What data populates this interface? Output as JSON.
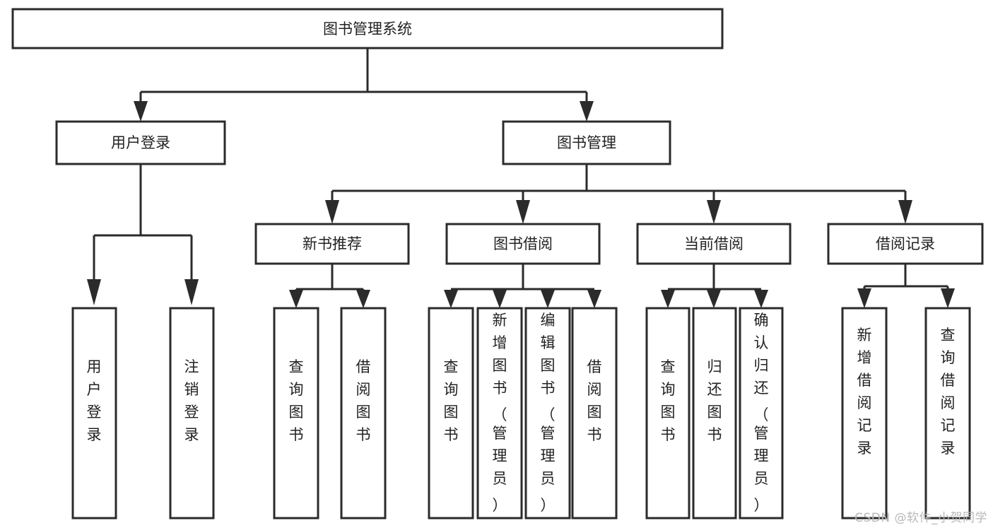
{
  "diagram": {
    "type": "tree-hierarchy",
    "title": "图书管理系统",
    "watermark": "CSDN @软件_小贺同学",
    "root": {
      "id": "root",
      "label": "图书管理系统"
    },
    "level2": [
      {
        "id": "user-login",
        "label": "用户登录"
      },
      {
        "id": "book-manage",
        "label": "图书管理"
      }
    ],
    "level3": [
      {
        "id": "new-book-recommend",
        "label": "新书推荐",
        "parent": "book-manage"
      },
      {
        "id": "book-borrow",
        "label": "图书借阅",
        "parent": "book-manage"
      },
      {
        "id": "current-borrow",
        "label": "当前借阅",
        "parent": "book-manage"
      },
      {
        "id": "borrow-record",
        "label": "借阅记录",
        "parent": "book-manage"
      }
    ],
    "leaves": [
      {
        "id": "leaf-user-login",
        "label": "用户登录",
        "parent": "user-login"
      },
      {
        "id": "leaf-user-logout",
        "label": "注销登录",
        "parent": "user-login"
      },
      {
        "id": "leaf-query-book-1",
        "label": "查询图书",
        "parent": "new-book-recommend"
      },
      {
        "id": "leaf-borrow-book-1",
        "label": "借阅图书",
        "parent": "new-book-recommend"
      },
      {
        "id": "leaf-query-book-2",
        "label": "查询图书",
        "parent": "book-borrow"
      },
      {
        "id": "leaf-add-book",
        "label": "新增图书（管理员）",
        "parent": "book-borrow"
      },
      {
        "id": "leaf-edit-book",
        "label": "编辑图书（管理员）",
        "parent": "book-borrow"
      },
      {
        "id": "leaf-borrow-book-2",
        "label": "借阅图书",
        "parent": "book-borrow"
      },
      {
        "id": "leaf-query-book-3",
        "label": "查询图书",
        "parent": "current-borrow"
      },
      {
        "id": "leaf-return-book",
        "label": "归还图书",
        "parent": "current-borrow"
      },
      {
        "id": "leaf-confirm-return",
        "label": "确认归还（管理员）",
        "parent": "current-borrow"
      },
      {
        "id": "leaf-add-record",
        "label": "新增借阅记录",
        "parent": "borrow-record"
      },
      {
        "id": "leaf-query-record",
        "label": "查询借阅记录",
        "parent": "borrow-record"
      }
    ],
    "colors": {
      "stroke": "#2b2b2b",
      "fill": "#ffffff",
      "text": "#222222",
      "watermark": "#b8b8b8"
    }
  }
}
